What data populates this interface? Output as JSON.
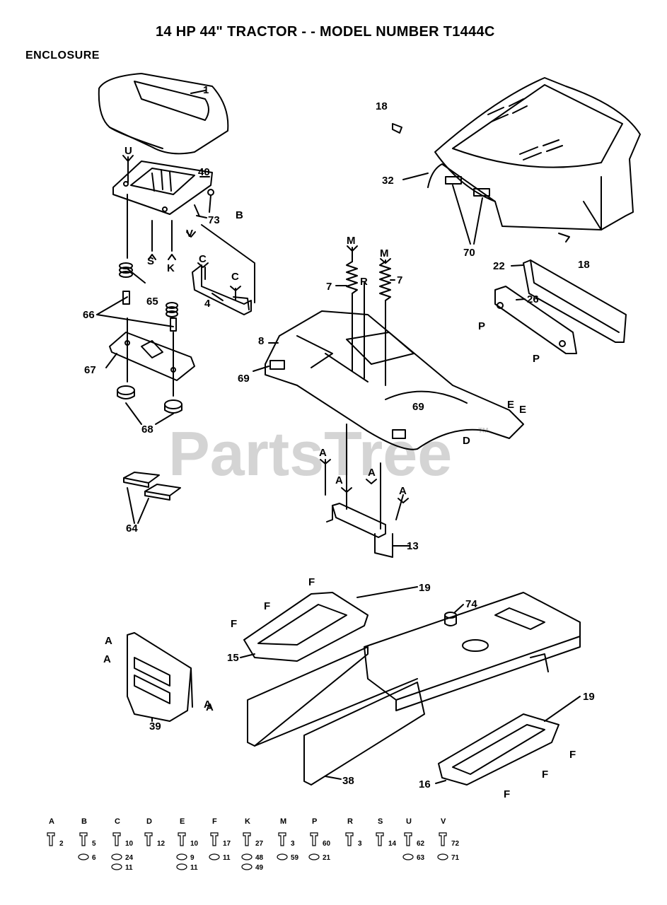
{
  "header": {
    "title": "14 HP 44\" TRACTOR - - MODEL NUMBER T1444C",
    "section": "ENCLOSURE"
  },
  "watermark": {
    "text": "PartsTree",
    "tm": "TM"
  },
  "parts": [
    {
      "id": "p1",
      "label": "1"
    },
    {
      "id": "p40",
      "label": "40"
    },
    {
      "id": "p73",
      "label": "73"
    },
    {
      "id": "p66",
      "label": "66"
    },
    {
      "id": "p65",
      "label": "65"
    },
    {
      "id": "p4",
      "label": "4"
    },
    {
      "id": "p67",
      "label": "67"
    },
    {
      "id": "p68",
      "label": "68"
    },
    {
      "id": "p64",
      "label": "64"
    },
    {
      "id": "p18a",
      "label": "18"
    },
    {
      "id": "p32",
      "label": "32"
    },
    {
      "id": "p70",
      "label": "70"
    },
    {
      "id": "p18b",
      "label": "18"
    },
    {
      "id": "p22",
      "label": "22"
    },
    {
      "id": "p26",
      "label": "26"
    },
    {
      "id": "p7a",
      "label": "7"
    },
    {
      "id": "p7b",
      "label": "7"
    },
    {
      "id": "p8",
      "label": "8"
    },
    {
      "id": "p69a",
      "label": "69"
    },
    {
      "id": "p69b",
      "label": "69"
    },
    {
      "id": "p13",
      "label": "13"
    },
    {
      "id": "p19a",
      "label": "19"
    },
    {
      "id": "p74",
      "label": "74"
    },
    {
      "id": "p15",
      "label": "15"
    },
    {
      "id": "p39",
      "label": "39"
    },
    {
      "id": "p38",
      "label": "38"
    },
    {
      "id": "p19b",
      "label": "19"
    },
    {
      "id": "p16",
      "label": "16"
    }
  ],
  "refs": [
    {
      "id": "rU",
      "label": "U"
    },
    {
      "id": "rB",
      "label": "B"
    },
    {
      "id": "rV",
      "label": "V"
    },
    {
      "id": "rS",
      "label": "S"
    },
    {
      "id": "rK",
      "label": "K"
    },
    {
      "id": "rC1",
      "label": "C"
    },
    {
      "id": "rC2",
      "label": "C"
    },
    {
      "id": "rM1",
      "label": "M"
    },
    {
      "id": "rM2",
      "label": "M"
    },
    {
      "id": "rR",
      "label": "R"
    },
    {
      "id": "rP1",
      "label": "P"
    },
    {
      "id": "rP2",
      "label": "P"
    },
    {
      "id": "rE1",
      "label": "E"
    },
    {
      "id": "rE2",
      "label": "E"
    },
    {
      "id": "rD",
      "label": "D"
    },
    {
      "id": "rA1",
      "label": "A"
    },
    {
      "id": "rA2",
      "label": "A"
    },
    {
      "id": "rA3",
      "label": "A"
    },
    {
      "id": "rA4",
      "label": "A"
    },
    {
      "id": "rF1",
      "label": "F"
    },
    {
      "id": "rF2",
      "label": "F"
    },
    {
      "id": "rF3",
      "label": "F"
    },
    {
      "id": "rA5",
      "label": "A"
    },
    {
      "id": "rA6",
      "label": "A"
    },
    {
      "id": "rA7",
      "label": "A"
    },
    {
      "id": "rA8",
      "label": "A"
    },
    {
      "id": "rF4",
      "label": "F"
    },
    {
      "id": "rF5",
      "label": "F"
    },
    {
      "id": "rF6",
      "label": "F"
    }
  ],
  "hardware": [
    {
      "letter": "A",
      "parts": [
        "2"
      ]
    },
    {
      "letter": "B",
      "parts": [
        "5",
        "6"
      ]
    },
    {
      "letter": "C",
      "parts": [
        "10",
        "24",
        "11"
      ]
    },
    {
      "letter": "D",
      "parts": [
        "12"
      ]
    },
    {
      "letter": "E",
      "parts": [
        "10",
        "9",
        "11"
      ]
    },
    {
      "letter": "F",
      "parts": [
        "17",
        "11"
      ]
    },
    {
      "letter": "K",
      "parts": [
        "27",
        "48",
        "49"
      ]
    },
    {
      "letter": "M",
      "parts": [
        "3",
        "59"
      ]
    },
    {
      "letter": "P",
      "parts": [
        "60",
        "21"
      ]
    },
    {
      "letter": "R",
      "parts": [
        "3"
      ]
    },
    {
      "letter": "S",
      "parts": [
        "14"
      ]
    },
    {
      "letter": "U",
      "parts": [
        "62",
        "63"
      ]
    },
    {
      "letter": "V",
      "parts": [
        "72",
        "71"
      ]
    }
  ]
}
